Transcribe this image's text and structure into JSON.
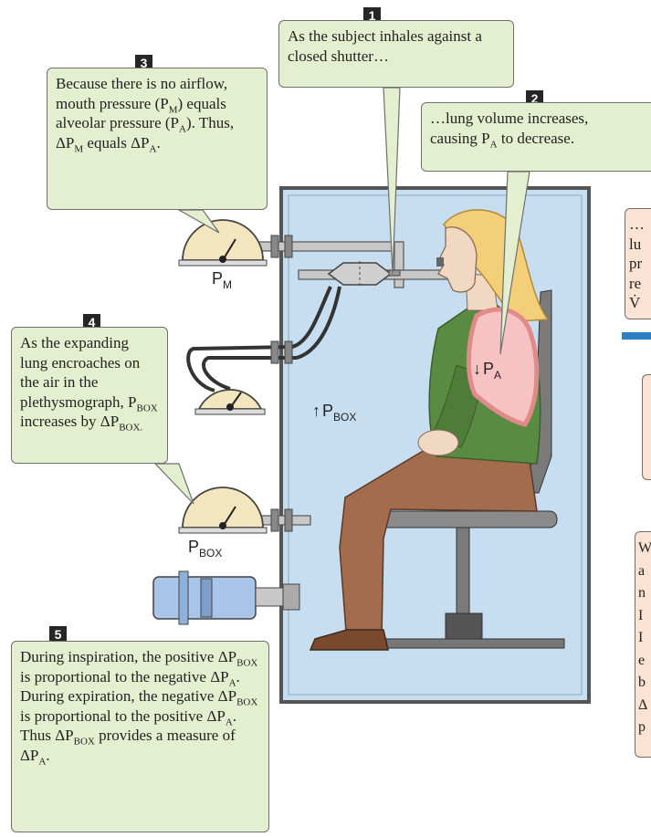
{
  "colors": {
    "callout_fill": "#e4efcf",
    "box_fill": "#c7def1",
    "shirt": "#5a8b42",
    "pants": "#a36c4c",
    "hair": "#f4cf7a",
    "lung": "#f7c2c2",
    "orange_callout": "#fbe3d3"
  },
  "callouts": {
    "c1": {
      "num": "1",
      "text": "As the subject inhales against a closed shutter…"
    },
    "c2": {
      "num": "2",
      "text_a": "…lung volume increases,",
      "text_b": "causing P",
      "text_sub": "A",
      "text_c": " to decrease."
    },
    "c3": {
      "num": "3",
      "t1": "Because there is no airflow, mouth pressure (P",
      "s1": "M",
      "t2": ") equals alveolar pressure (P",
      "s2": "A",
      "t3": "). Thus, ΔP",
      "s3": "M",
      "t4": " equals ΔP",
      "s4": "A",
      "t5": "."
    },
    "c4": {
      "num": "4",
      "t1": "As the expanding lung encroaches on the air in the plethysmograph, P",
      "s1": "BOX",
      "t2": " increases by ΔP",
      "s2": "BOX.",
      "t3": ""
    },
    "c5": {
      "num": "5",
      "t1": "During inspiration, the positive ΔP",
      "s1": "BOX",
      "t2": " is proportional to the negative ΔP",
      "s2": "A",
      "t3": ". During expiration, the negative ΔP",
      "s3": "BOX",
      "t4": " is proportional to the positive ΔP",
      "s4": "A",
      "t5": ". Thus ΔP",
      "s5": "BOX",
      "t6": " provides a measure of ΔP",
      "s6": "A",
      "t7": "."
    }
  },
  "labels": {
    "pm_main": "P",
    "pm_sub": "M",
    "pbox_main": "P",
    "pbox_sub": "BOX",
    "pa_main": "P",
    "pa_sub": "A",
    "arrow_down": "↓",
    "arrow_up": "↑"
  },
  "right_cutoff": {
    "orange_lines": [
      "…",
      "lu",
      "pr",
      "re",
      "V̇"
    ],
    "box2_lines": [
      "",
      "",
      "",
      "",
      ""
    ],
    "box3_lines": [
      "W",
      "a",
      "n",
      "I",
      "I",
      "e",
      "b",
      "Δ",
      "p"
    ]
  }
}
